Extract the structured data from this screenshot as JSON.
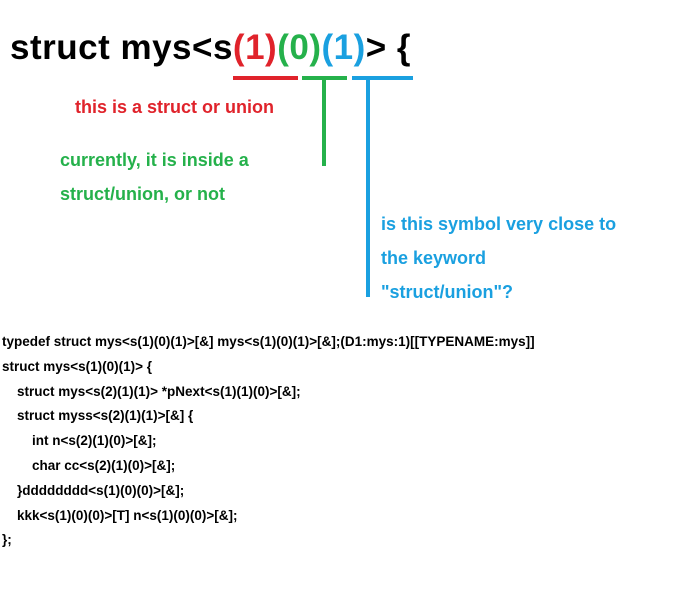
{
  "heading": {
    "prefix": "struct mys<s",
    "red_part": "(1)",
    "green_part": "(0)",
    "blue_part": "(1)",
    "suffix": "> {"
  },
  "annotations": {
    "red": "this is a struct or union",
    "green": [
      "currently, it is inside a",
      "struct/union, or not"
    ],
    "blue": [
      "is this symbol very close to",
      "the keyword",
      "\"struct/union\"?"
    ]
  },
  "code_lines": [
    "typedef struct mys<s(1)(0)(1)>[&] mys<s(1)(0)(1)>[&];(D1:mys:1)[[TYPENAME:mys]]",
    "struct mys<s(1)(0)(1)> {",
    "    struct mys<s(2)(1)(1)> *pNext<s(1)(1)(0)>[&];",
    "    struct myss<s(2)(1)(1)>[&] {",
    "        int n<s(2)(1)(0)>[&];",
    "        char cc<s(2)(1)(0)>[&];",
    "    }dddddddd<s(1)(0)(0)>[&];",
    "    kkk<s(1)(0)(0)>[T] n<s(1)(0)(0)>[&];",
    "};"
  ],
  "colors": {
    "red": "#e0232b",
    "green": "#25b14b",
    "blue": "#1aa0e0"
  }
}
